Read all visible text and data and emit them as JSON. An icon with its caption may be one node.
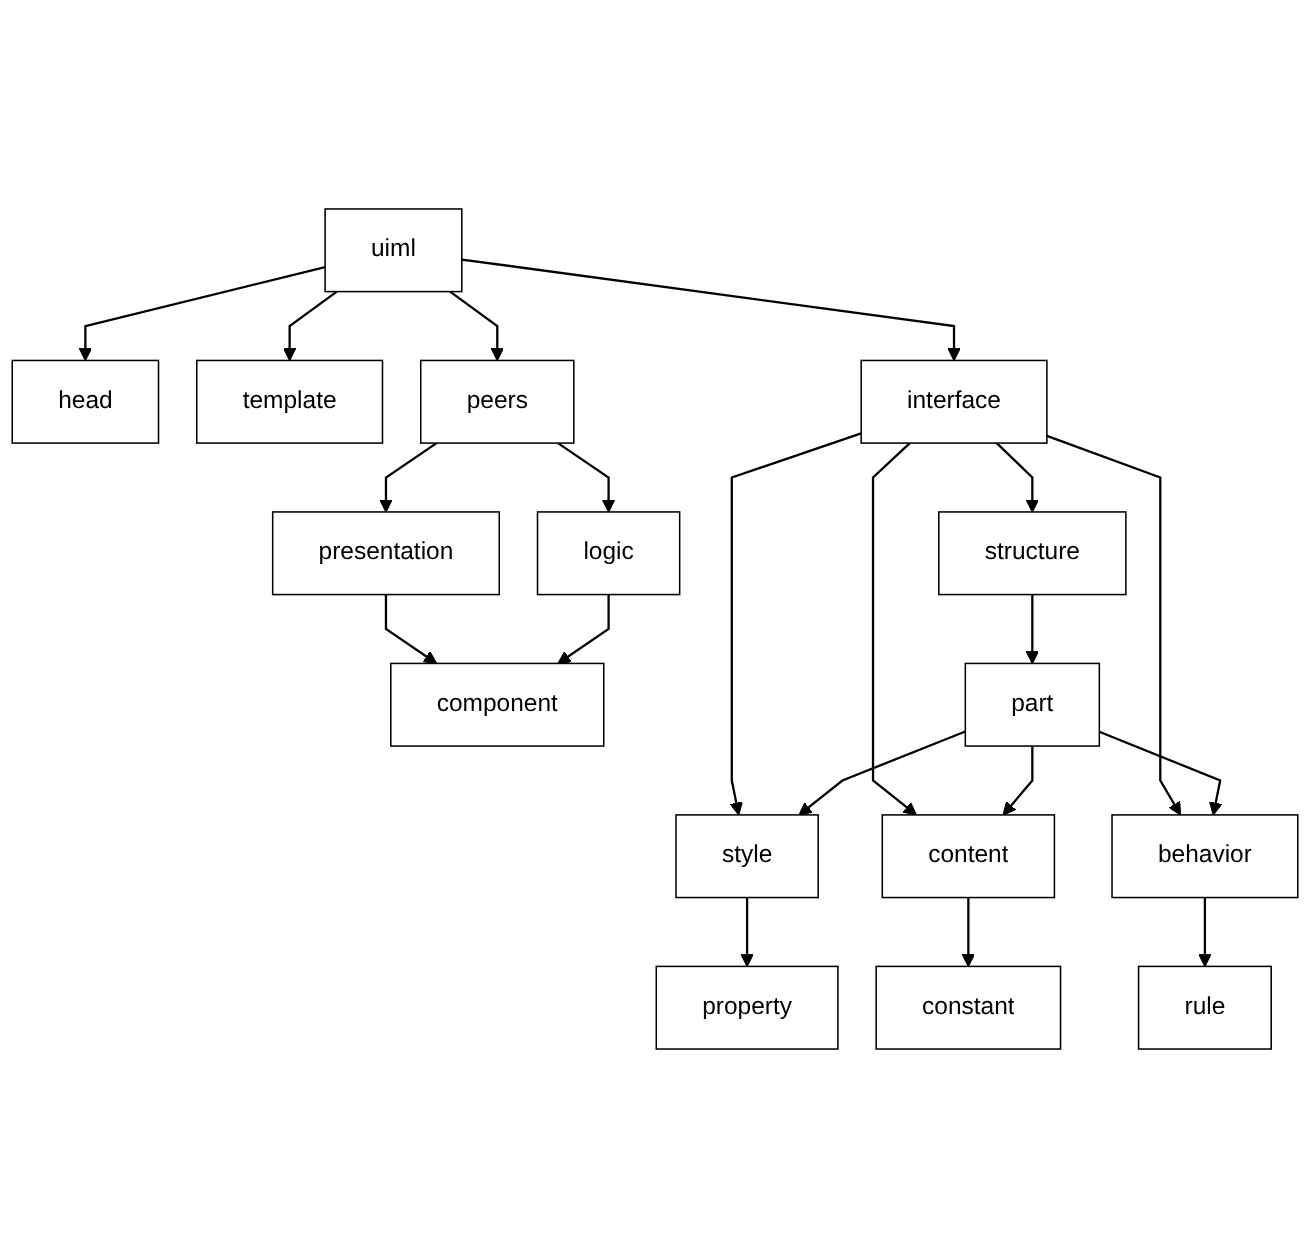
{
  "diagram": {
    "nodes": [
      {
        "text": [
          "uiml"
        ]
      },
      {
        "text": [
          "head"
        ]
      },
      {
        "text": [
          "template"
        ]
      },
      {
        "text": [
          "peers"
        ]
      },
      {
        "text": [
          "presentation"
        ]
      },
      {
        "text": [
          "logic"
        ]
      },
      {
        "text": [
          "component"
        ]
      },
      {
        "text": [
          "interface"
        ]
      },
      {
        "text": [
          "structure"
        ]
      },
      {
        "text": [
          "style"
        ]
      },
      {
        "text": [
          "content"
        ]
      },
      {
        "text": [
          "behavior"
        ]
      },
      {
        "text": [
          "part"
        ]
      },
      {
        "text": [
          "property"
        ]
      },
      {
        "text": [
          "constant"
        ]
      },
      {
        "text": [
          "rule"
        ]
      }
    ],
    "edges": [
      {
        "from": 0,
        "to": 1,
        "arrow": "to"
      },
      {
        "from": 0,
        "to": 3,
        "arrow": "to"
      },
      {
        "from": 0,
        "to": 7,
        "arrow": "to"
      },
      {
        "from": 0,
        "to": 2,
        "arrow": "to"
      },
      {
        "from": 3,
        "to": 4,
        "arrow": "to"
      },
      {
        "from": 3,
        "to": 5,
        "arrow": "to"
      },
      {
        "from": 4,
        "to": 6,
        "arrow": "to"
      },
      {
        "from": 5,
        "to": 6,
        "arrow": "to"
      },
      {
        "from": 7,
        "to": 8,
        "arrow": "to"
      },
      {
        "from": 7,
        "to": 9,
        "arrow": "to"
      },
      {
        "from": 7,
        "to": 10,
        "arrow": "to"
      },
      {
        "from": 7,
        "to": 11,
        "arrow": "to"
      },
      {
        "from": 8,
        "to": 12,
        "arrow": "to"
      },
      {
        "from": 9,
        "to": 13,
        "arrow": "to"
      },
      {
        "from": 10,
        "to": 14,
        "arrow": "to"
      },
      {
        "from": 11,
        "to": 15,
        "arrow": "to"
      },
      {
        "from": 12,
        "to": 9,
        "arrow": "to"
      },
      {
        "from": 12,
        "to": 10,
        "arrow": "to"
      },
      {
        "from": 12,
        "to": 11,
        "arrow": "to"
      }
    ]
  }
}
